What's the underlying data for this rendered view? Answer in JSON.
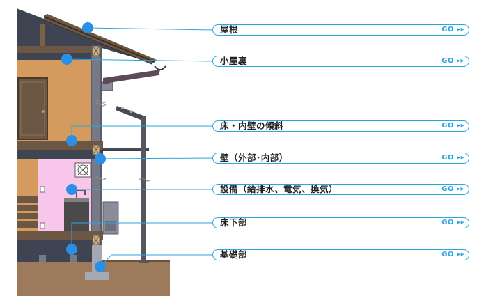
{
  "theme": {
    "accent": "#2aa7df",
    "dot": "#2b8fe6"
  },
  "nav": {
    "go_label": "GO",
    "items": [
      {
        "label": "屋根"
      },
      {
        "label": "小屋裏"
      },
      {
        "label": "床・内壁の傾斜"
      },
      {
        "label": "壁（外部･内部）"
      },
      {
        "label": "設備（給排水、電気、換気）"
      },
      {
        "label": "床下部"
      },
      {
        "label": "基礎部"
      }
    ]
  }
}
